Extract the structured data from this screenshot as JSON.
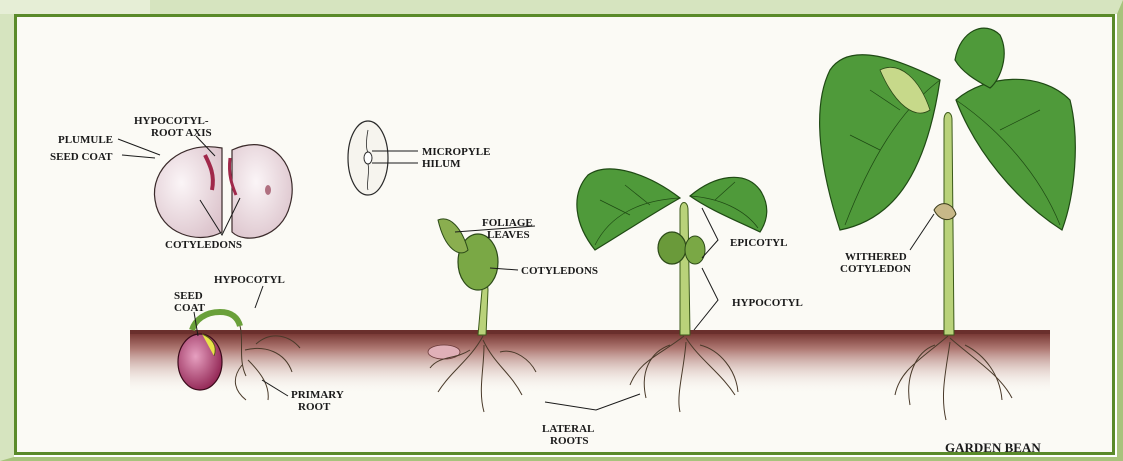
{
  "labels": {
    "hypocotyl_root_axis_1": "HYPOCOTYL-",
    "hypocotyl_root_axis_2": "ROOT AXIS",
    "plumule": "PLUMULE",
    "seed_coat_top": "SEED COAT",
    "cotyledons_seed": "COTYLEDONS",
    "micropyle": "MICROPYLE",
    "hilum": "HILUM",
    "hypocotyl_stage1": "HYPOCOTYL",
    "seed_coat_1": "SEED",
    "seed_coat_2": "COAT",
    "primary_root_1": "PRIMARY",
    "primary_root_2": "ROOT",
    "foliage_leaves_1": "FOLIAGE",
    "foliage_leaves_2": "LEAVES",
    "cotyledons_stage": "COTYLEDONS",
    "epicotyl": "EPICOTYL",
    "hypocotyl_stage3": "HYPOCOTYL",
    "lateral_roots_1": "LATERAL",
    "lateral_roots_2": "ROOTS",
    "withered_cotyledon_1": "WITHERED",
    "withered_cotyledon_2": "COTYLEDON",
    "garden_bean": "GARDEN BEAN"
  },
  "colors": {
    "frame_green": "#5a8a2a",
    "soil": "#9a5a5a",
    "leaf": "#4f9a3a",
    "seed": "#f2e6ea"
  }
}
